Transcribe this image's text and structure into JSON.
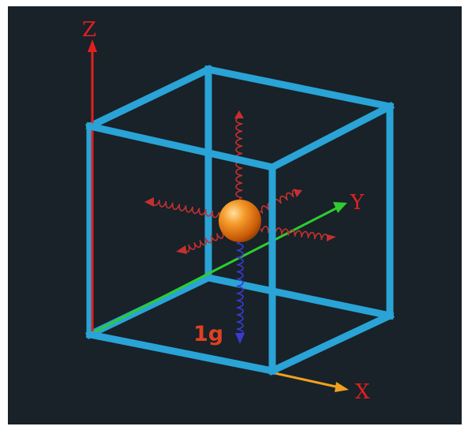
{
  "diagram": {
    "axes": {
      "z": {
        "label": "Z",
        "color": "#e02020"
      },
      "y": {
        "label": "Y",
        "color": "#2ecc2e"
      },
      "x": {
        "label": "X",
        "color": "#f0a020"
      }
    },
    "gravity": {
      "label": "1g",
      "color": "#3a3ad0"
    },
    "colors": {
      "background": "#182228",
      "cube": "#2aa3d6",
      "springs_lateral": "#c43030",
      "sphere": "#f08a1c"
    }
  }
}
